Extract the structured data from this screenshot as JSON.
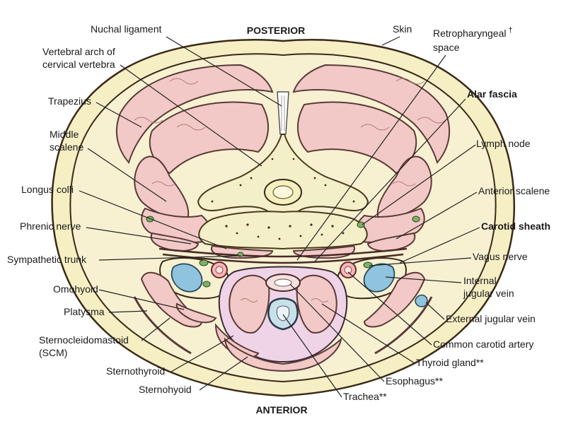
{
  "orientation": {
    "posterior": "POSTERIOR",
    "anterior": "ANTERIOR"
  },
  "labels": {
    "nuchal_ligament": "Nuchal ligament",
    "vertebral_arch_line1": "Vertebral arch of",
    "vertebral_arch_line2": "cervical vertebra",
    "trapezius": "Trapezius",
    "middle_scalene_line1": "Middle",
    "middle_scalene_line2": "scalene",
    "longus_colli": "Longus colli",
    "phrenic_nerve": "Phrenic nerve",
    "sympathetic_trunk": "Sympathetic trunk",
    "omohyoid": "Omohyoid",
    "platysma": "Platysma",
    "scm_line1": "Sternocleidomastoid",
    "scm_line2": "(SCM)",
    "sternothyroid": "Sternothyroid",
    "sternohyoid": "Sternohyoid",
    "skin": "Skin",
    "retropharyngeal_line1": "Retropharyngeal",
    "retropharyngeal_dagger": "†",
    "retropharyngeal_line2": "space",
    "alar_fascia": "Alar fascia",
    "lymph_node": "Lymph node",
    "anterior_scalene": "Anterior scalene",
    "carotid_sheath": "Carotid sheath",
    "vagus_nerve": "Vagus nerve",
    "internal_jugular_line1": "Internal",
    "internal_jugular_line2": "jugular vein",
    "external_jugular": "External jugular vein",
    "common_carotid": "Common carotid artery",
    "thyroid_gland": "Thyroid gland**",
    "esophagus": "Esophagus**",
    "trachea": "Trachea**"
  },
  "colors": {
    "skin_outer": "#f6efc4",
    "muscle": "#f2c9c6",
    "vein": "#8fc3de",
    "artery": "#f5b8b8",
    "bone": "#f3efc8",
    "nerve": "#7faf6b"
  }
}
